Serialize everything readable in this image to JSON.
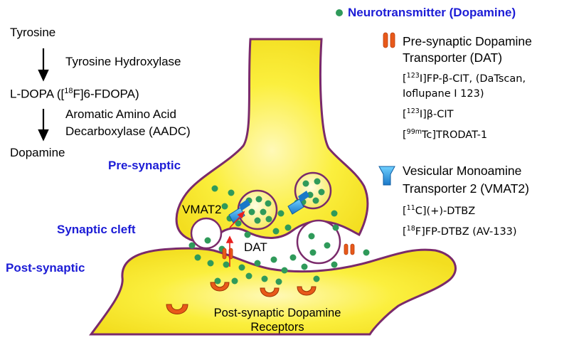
{
  "pathway": {
    "step1": "Tyrosine",
    "enzyme1": "Tyrosine Hydroxylase",
    "step2_main": "L-DOPA ([",
    "step2_sup": "18",
    "step2_tail": "F]6-FDOPA)",
    "enzyme2_line1": "Aromatic Amino Acid",
    "enzyme2_line2": "Decarboxylase (AADC)",
    "step3": "Dopamine"
  },
  "regions": {
    "pre": "Pre-synaptic",
    "cleft": "Synaptic cleft",
    "post": "Post-synaptic"
  },
  "labels": {
    "vmat2": "VMAT2",
    "dat": "DAT",
    "receptors_line1": "Post-synaptic Dopamine",
    "receptors_line2": "Receptors"
  },
  "legend": {
    "neurotransmitter": "Neurotransmitter (Dopamine)",
    "dat": {
      "title_line1": "Pre-synaptic Dopamine",
      "title_line2": "Transporter (DAT)",
      "tracers": [
        {
          "sup": "123",
          "text": "I]FP-β-CIT, (DaTscan,"
        },
        {
          "sup": "",
          "text": "Ioflupane I 123)"
        },
        {
          "sup": "123",
          "text": "I]β-CIT"
        },
        {
          "sup": "99m",
          "text": "Tc]TRODAT-1"
        }
      ]
    },
    "vmat2": {
      "title_line1": "Vesicular Monoamine",
      "title_line2": "Transporter 2 (VMAT2)",
      "tracers": [
        {
          "sup": "11",
          "text": "C](+)-DTBZ"
        },
        {
          "sup": "18",
          "text": "F]FP-DTBZ (AV-133)"
        }
      ]
    }
  },
  "colors": {
    "region_label": "#1c1cd6",
    "dopamine_dot": "#2f9a5a",
    "dat_transporter": "#e8591a",
    "vmat2_transporter": "#2a9fe0",
    "receptor": "#e8591a",
    "neuron_fill": "#fbef3e",
    "neuron_outline": "#7a2a6b"
  }
}
